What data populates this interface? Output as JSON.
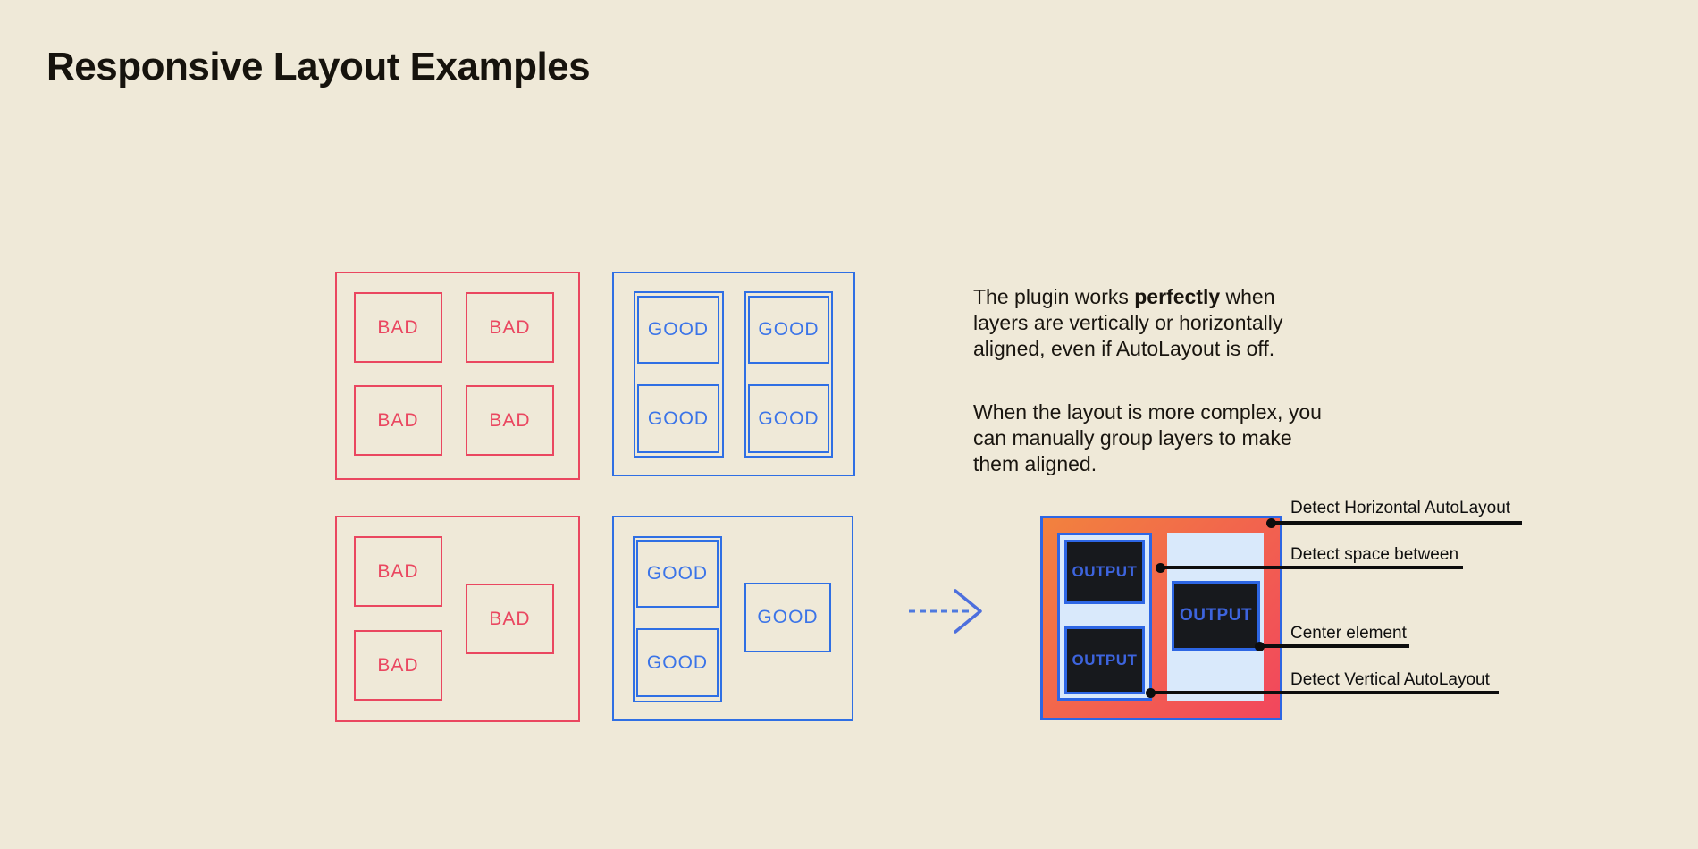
{
  "page": {
    "title": "Responsive Layout Examples"
  },
  "labels": {
    "bad": "BAD",
    "good": "GOOD",
    "output": "OUTPUT"
  },
  "description": {
    "paragraph1": {
      "line1_pre": "The plugin works ",
      "line1_bold": "perfectly",
      "line1_post": " when",
      "line2": "layers are vertically or horizontally",
      "line3": "aligned, even if AutoLayout is off."
    },
    "paragraph2": {
      "line1": "When the layout is more complex, you",
      "line2": "can manually group layers to make",
      "line3": "them aligned."
    }
  },
  "annotations": [
    {
      "label": "Detect Horizontal AutoLayout"
    },
    {
      "label": "Detect space between"
    },
    {
      "label": "Center element"
    },
    {
      "label": "Detect Vertical AutoLayout"
    }
  ],
  "colors": {
    "background": "#EFE9D8",
    "red": "#EA4760",
    "blue": "#2F6FE4",
    "gradient_start": "#F2823E",
    "gradient_end": "#F2465D",
    "panel_light_blue": "#D9E9FB",
    "card_dark": "#17191D",
    "card_text_blue": "#3D64DD",
    "annotation_line": "#0D0D0D"
  }
}
